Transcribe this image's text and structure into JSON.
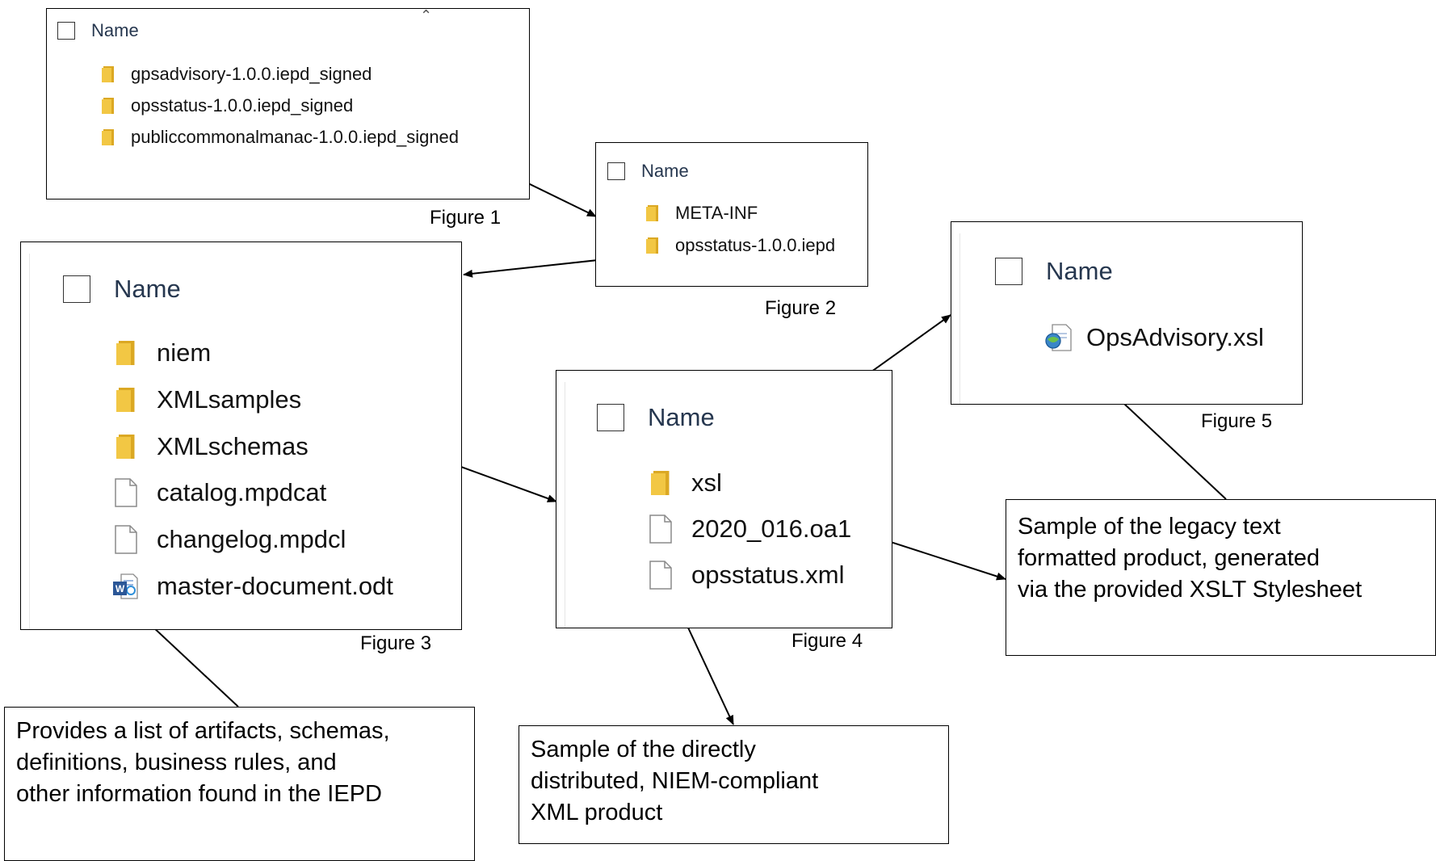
{
  "figure1": {
    "header": "Name",
    "items": [
      {
        "label": "gpsadvisory-1.0.0.iepd_signed",
        "icon": "folder-icon"
      },
      {
        "label": "opsstatus-1.0.0.iepd_signed",
        "icon": "folder-icon"
      },
      {
        "label": "publiccommonalmanac-1.0.0.iepd_signed",
        "icon": "folder-icon"
      }
    ],
    "caption": "Figure 1"
  },
  "figure2": {
    "header": "Name",
    "items": [
      {
        "label": "META-INF",
        "icon": "folder-icon"
      },
      {
        "label": "opsstatus-1.0.0.iepd",
        "icon": "folder-icon"
      }
    ],
    "caption": "Figure 2"
  },
  "figure3": {
    "header": "Name",
    "items": [
      {
        "label": "niem",
        "icon": "folder-icon"
      },
      {
        "label": "XMLsamples",
        "icon": "folder-icon"
      },
      {
        "label": "XMLschemas",
        "icon": "folder-icon"
      },
      {
        "label": "catalog.mpdcat",
        "icon": "file-icon"
      },
      {
        "label": "changelog.mpdcl",
        "icon": "file-icon"
      },
      {
        "label": "master-document.odt",
        "icon": "word-document-icon"
      }
    ],
    "caption": "Figure 3"
  },
  "figure4": {
    "header": "Name",
    "items": [
      {
        "label": "xsl",
        "icon": "folder-icon"
      },
      {
        "label": "2020_016.oa1",
        "icon": "file-icon"
      },
      {
        "label": "opsstatus.xml",
        "icon": "file-icon"
      }
    ],
    "caption": "Figure 4"
  },
  "figure5": {
    "header": "Name",
    "items": [
      {
        "label": "OpsAdvisory.xsl",
        "icon": "xsl-stylesheet-icon"
      }
    ],
    "caption": "Figure 5"
  },
  "notes": {
    "master_document": [
      "Provides a list of artifacts, schemas,",
      "definitions, business rules, and",
      "other information found in the IEPD"
    ],
    "xml_product": [
      "Sample of the directly",
      "distributed, NIEM-compliant",
      "XML product"
    ],
    "legacy_product": [
      "Sample of the legacy text",
      "formatted product, generated",
      "via the provided XSLT Stylesheet"
    ]
  },
  "colors": {
    "folder": "#f2c744",
    "folder_dark": "#dba823",
    "border": "#000000",
    "header_text": "#26374f"
  }
}
